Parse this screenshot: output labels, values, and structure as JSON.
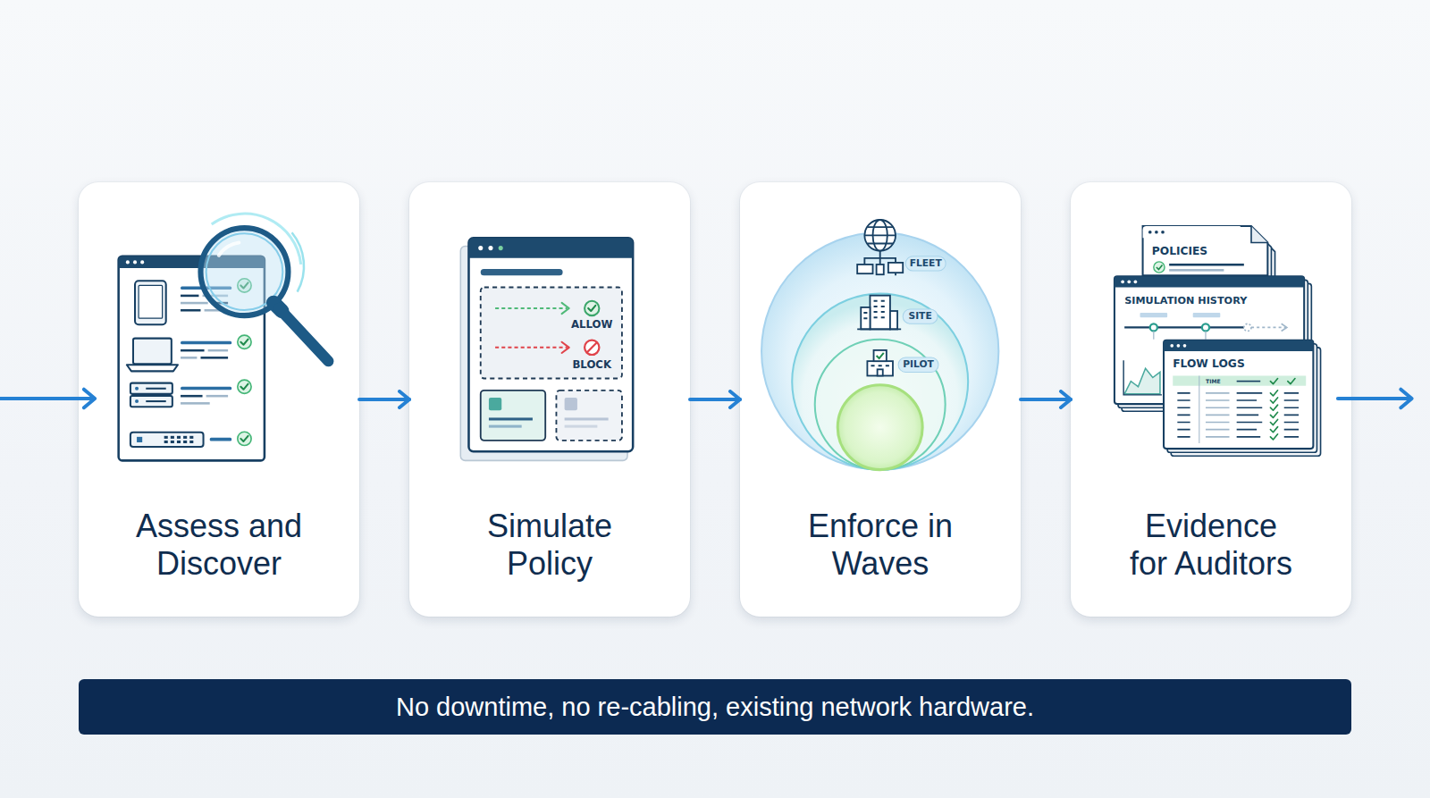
{
  "diagram": {
    "nodes": [
      {
        "text": [
          "Assess and Discover"
        ]
      },
      {
        "text": [
          "Simulate Policy"
        ]
      },
      {
        "text": [
          "Enforce in Waves"
        ]
      },
      {
        "text": [
          "Evidence for Auditors"
        ]
      },
      {
        "text": [
          "No downtime, no re-cabling, existing network hardware."
        ]
      }
    ],
    "edges": [
      {
        "from": 0,
        "to": 1,
        "arrow": "to"
      },
      {
        "from": 1,
        "to": 2,
        "arrow": "to"
      },
      {
        "from": 2,
        "to": 3,
        "arrow": "to"
      }
    ],
    "labels": [
      "ALLOW",
      "BLOCK",
      "FLEET",
      "SITE",
      "PILOT",
      "POLICIES",
      "SIMULATION HISTORY",
      "FLOW LOGS",
      "TIME"
    ]
  }
}
